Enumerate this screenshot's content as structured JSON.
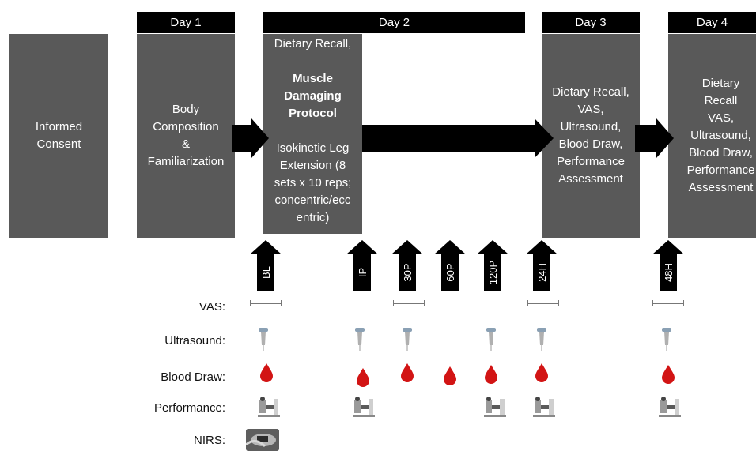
{
  "days": {
    "day1": "Day 1",
    "day2": "Day 2",
    "day3": "Day 3",
    "day4": "Day 4"
  },
  "boxes": {
    "consent": "Informed\nConsent",
    "day1": "Body\nComposition\n&\nFamiliarization",
    "day2_line1": "Dietary Recall,",
    "day2_bold": "Muscle\nDamaging\nProtocol",
    "day2_rest": "Isokinetic Leg\nExtension (8\nsets x 10 reps;\nconcentric/ecc\nentric)",
    "day3": "Dietary Recall,\nVAS,\nUltrasound,\nBlood Draw,\nPerformance\nAssessment",
    "day4": "Dietary Recall\nVAS,\nUltrasound,\nBlood Draw,\nPerformance\nAssessment"
  },
  "timepoints": [
    "BL",
    "IP",
    "30P",
    "60P",
    "120P",
    "24H",
    "48H"
  ],
  "rows": {
    "vas": "VAS:",
    "ultrasound": "Ultrasound:",
    "blood": "Blood Draw:",
    "performance": "Performance:",
    "nirs": "NIRS:"
  },
  "colors": {
    "box": "#595959",
    "header": "#000000",
    "arrow": "#000000",
    "blood": "#d21414"
  }
}
